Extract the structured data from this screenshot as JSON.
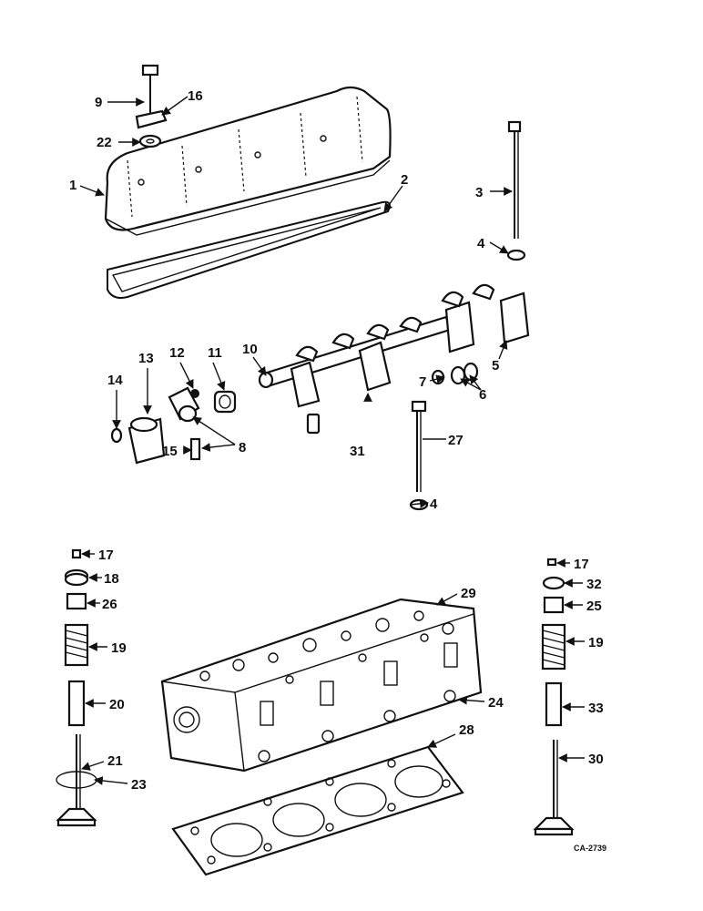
{
  "callouts": {
    "c1": "1",
    "c2": "2",
    "c3": "3",
    "c4a": "4",
    "c4b": "4",
    "c5": "5",
    "c6": "6",
    "c7": "7",
    "c8": "8",
    "c9": "9",
    "c10": "10",
    "c11": "11",
    "c12": "12",
    "c13": "13",
    "c14": "14",
    "c15": "15",
    "c16": "16",
    "c17a": "17",
    "c17b": "17",
    "c18": "18",
    "c19a": "19",
    "c19b": "19",
    "c20": "20",
    "c21": "21",
    "c22": "22",
    "c23": "23",
    "c24": "24",
    "c25": "25",
    "c26": "26",
    "c27": "27",
    "c28": "28",
    "c29": "29",
    "c30": "30",
    "c31": "31",
    "c32": "32",
    "c33": "33"
  },
  "drawing_code": "CA-2739"
}
